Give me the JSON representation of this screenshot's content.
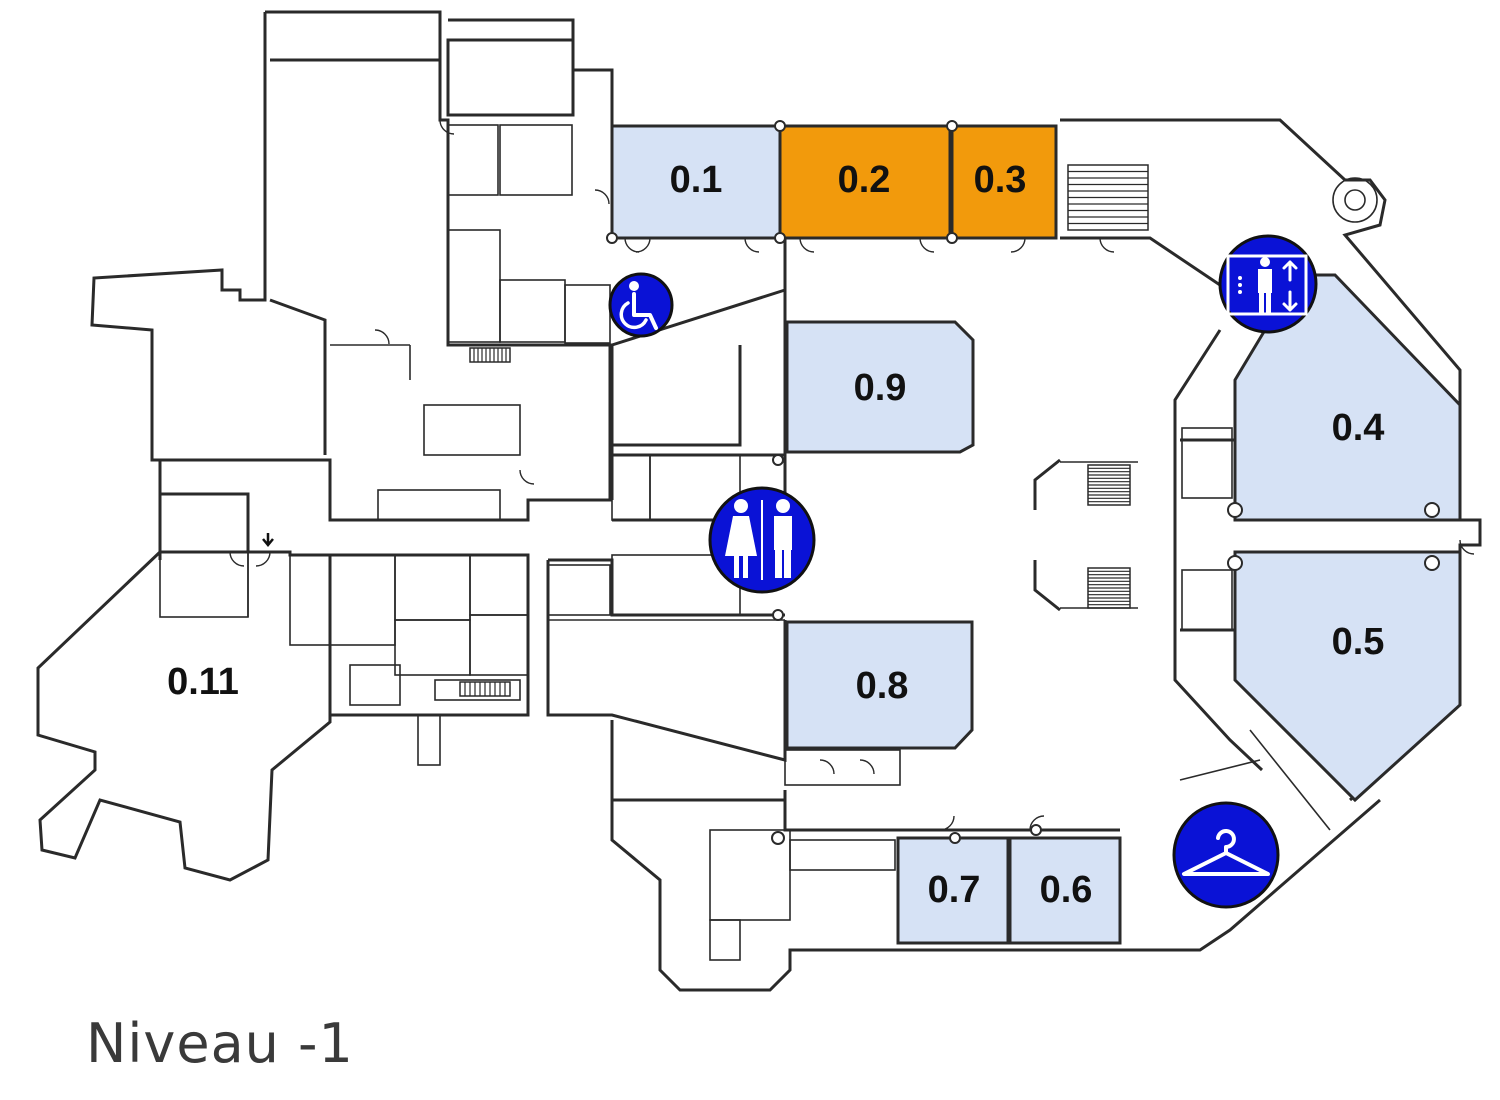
{
  "map": {
    "title": "Niveau -1",
    "colors": {
      "room_available": "#d6e2f5",
      "room_highlighted": "#f29a0c",
      "icon_background": "#0a12d6",
      "walls": "#2a2a2a"
    },
    "rooms": [
      {
        "id": "r01",
        "label": "0.1",
        "status": "available"
      },
      {
        "id": "r02",
        "label": "0.2",
        "status": "highlighted"
      },
      {
        "id": "r03",
        "label": "0.3",
        "status": "highlighted"
      },
      {
        "id": "r04",
        "label": "0.4",
        "status": "available"
      },
      {
        "id": "r05",
        "label": "0.5",
        "status": "available"
      },
      {
        "id": "r06",
        "label": "0.6",
        "status": "available"
      },
      {
        "id": "r07",
        "label": "0.7",
        "status": "available"
      },
      {
        "id": "r08",
        "label": "0.8",
        "status": "available"
      },
      {
        "id": "r09",
        "label": "0.9",
        "status": "available"
      },
      {
        "id": "r11",
        "label": "0.11",
        "status": "unshaded"
      }
    ],
    "icons": [
      {
        "id": "wheelchair",
        "name": "wheelchair-accessible-icon"
      },
      {
        "id": "elevator",
        "name": "elevator-icon"
      },
      {
        "id": "toilets",
        "name": "toilets-icon"
      },
      {
        "id": "cloakroom",
        "name": "coat-hanger-icon"
      }
    ]
  }
}
